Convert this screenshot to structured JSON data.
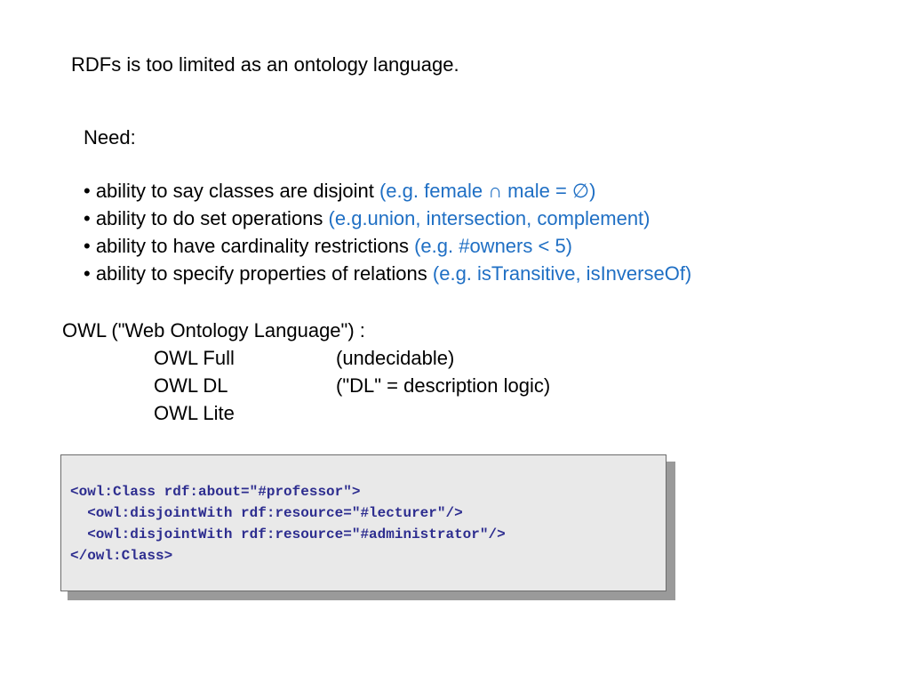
{
  "intro": "RDFs is too limited as an ontology language.",
  "need": {
    "heading": "Need:",
    "items": [
      {
        "text": "• ability to say classes are disjoint ",
        "example": "(e.g. female ∩ male = ∅)"
      },
      {
        "text": "• ability to do set operations ",
        "example": "(e.g.union, intersection, complement)"
      },
      {
        "text": "• ability to have cardinality restrictions ",
        "example": "(e.g. #owners < 5)"
      },
      {
        "text": "• ability to specify properties of relations ",
        "example": "(e.g. isTransitive, isInverseOf)"
      }
    ]
  },
  "owl": {
    "heading": "OWL (\"Web Ontology Language\") :",
    "variants": [
      {
        "name": "OWL Full",
        "note": "(undecidable)"
      },
      {
        "name": "OWL DL",
        "note": "(\"DL\" = description logic)"
      },
      {
        "name": "OWL Lite",
        "note": ""
      }
    ]
  },
  "code": {
    "lines": [
      "<owl:Class rdf:about=\"#professor\">",
      "  <owl:disjointWith rdf:resource=\"#lecturer\"/>",
      "  <owl:disjointWith rdf:resource=\"#administrator\"/>",
      "</owl:Class>"
    ]
  },
  "colors": {
    "example_text": "#1f6fc4",
    "code_text": "#2d2d8f",
    "code_background": "#e9e9e9",
    "code_shadow": "#9a9a9a"
  }
}
